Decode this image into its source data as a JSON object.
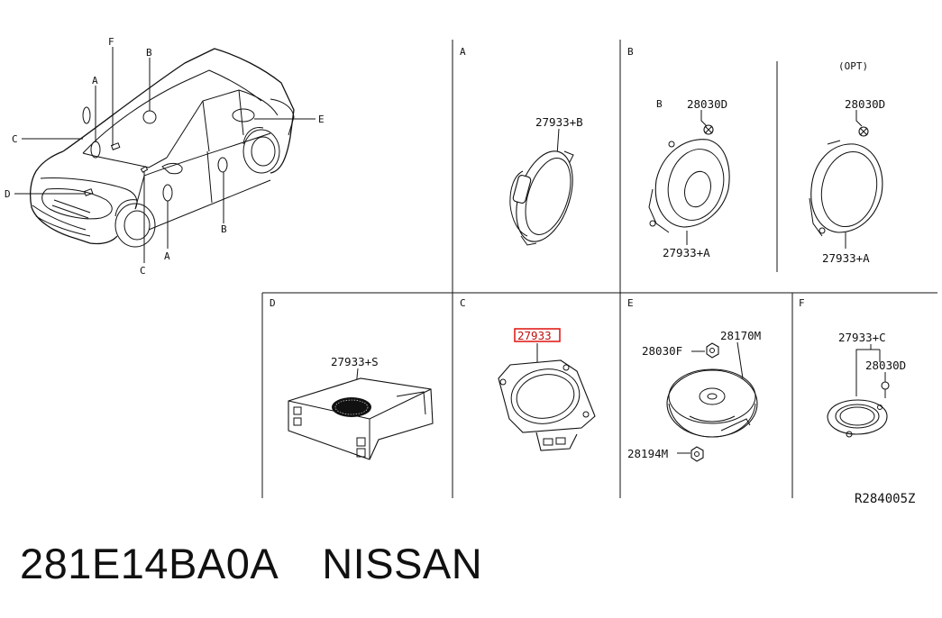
{
  "diagram": {
    "ref_code": "R284005Z",
    "car_callouts": {
      "a1": "A",
      "a2": "A",
      "b1": "B",
      "b2": "B",
      "c1": "C",
      "c2": "C",
      "d": "D",
      "e": "E",
      "f": "F"
    },
    "panels": {
      "A": {
        "letter": "A",
        "part": "27933+B"
      },
      "B": {
        "letter": "B",
        "sub_letter": "B",
        "part_screw": "28030D",
        "part_speaker": "27933+A",
        "opt_label": "(OPT)",
        "opt_screw": "28030D",
        "opt_speaker": "27933+A"
      },
      "C": {
        "letter": "C",
        "part": "27933"
      },
      "D": {
        "letter": "D",
        "part": "27933+S"
      },
      "E": {
        "letter": "E",
        "part_nut": "28030F",
        "part_woofer": "28170M",
        "part_nut2": "28194M"
      },
      "F": {
        "letter": "F",
        "part_speaker": "27933+C",
        "part_screw": "28030D"
      }
    }
  },
  "footer": {
    "part_number": "281E14BA0A",
    "brand": "NISSAN"
  }
}
